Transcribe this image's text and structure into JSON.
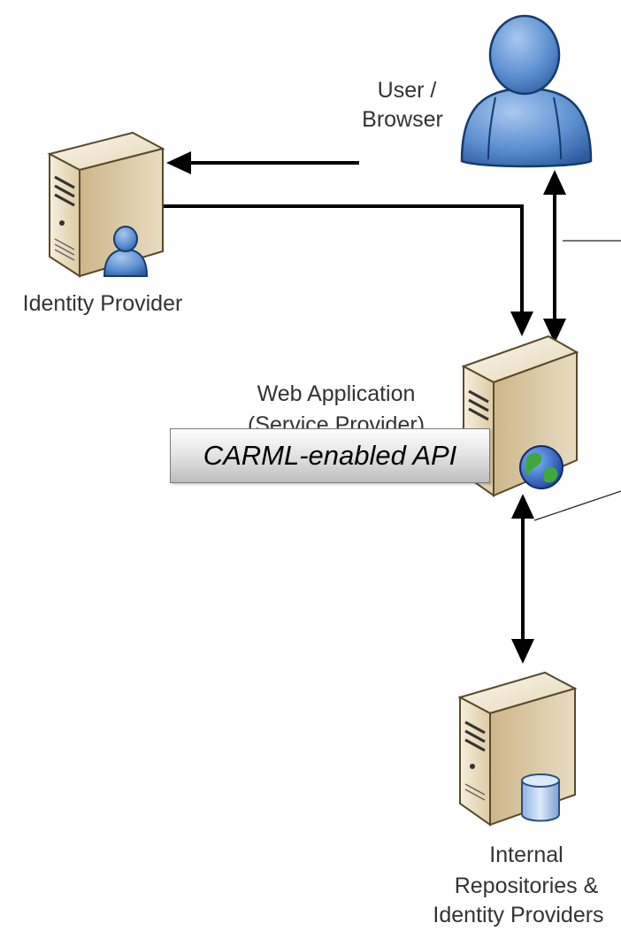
{
  "nodes": {
    "user": {
      "label_line1": "User /",
      "label_line2": "Browser"
    },
    "identity_provider": {
      "label": "Identity Provider"
    },
    "web_application": {
      "label_line1": "Web Application",
      "label_line2": "(Service Provider)"
    },
    "internal": {
      "label_line1": "Internal",
      "label_line2": "Repositories &",
      "label_line3": "Identity Providers"
    }
  },
  "callout": {
    "text": "CARML-enabled API"
  },
  "colors": {
    "server_body": "#e8dcc0",
    "server_side": "#c9b48e",
    "person_blue": "#5b8fd0",
    "arrow": "#000000"
  },
  "icons": {
    "user": "user-icon",
    "identity_server": "server-icon",
    "web_server": "server-icon",
    "globe": "globe-icon",
    "database": "database-icon"
  }
}
